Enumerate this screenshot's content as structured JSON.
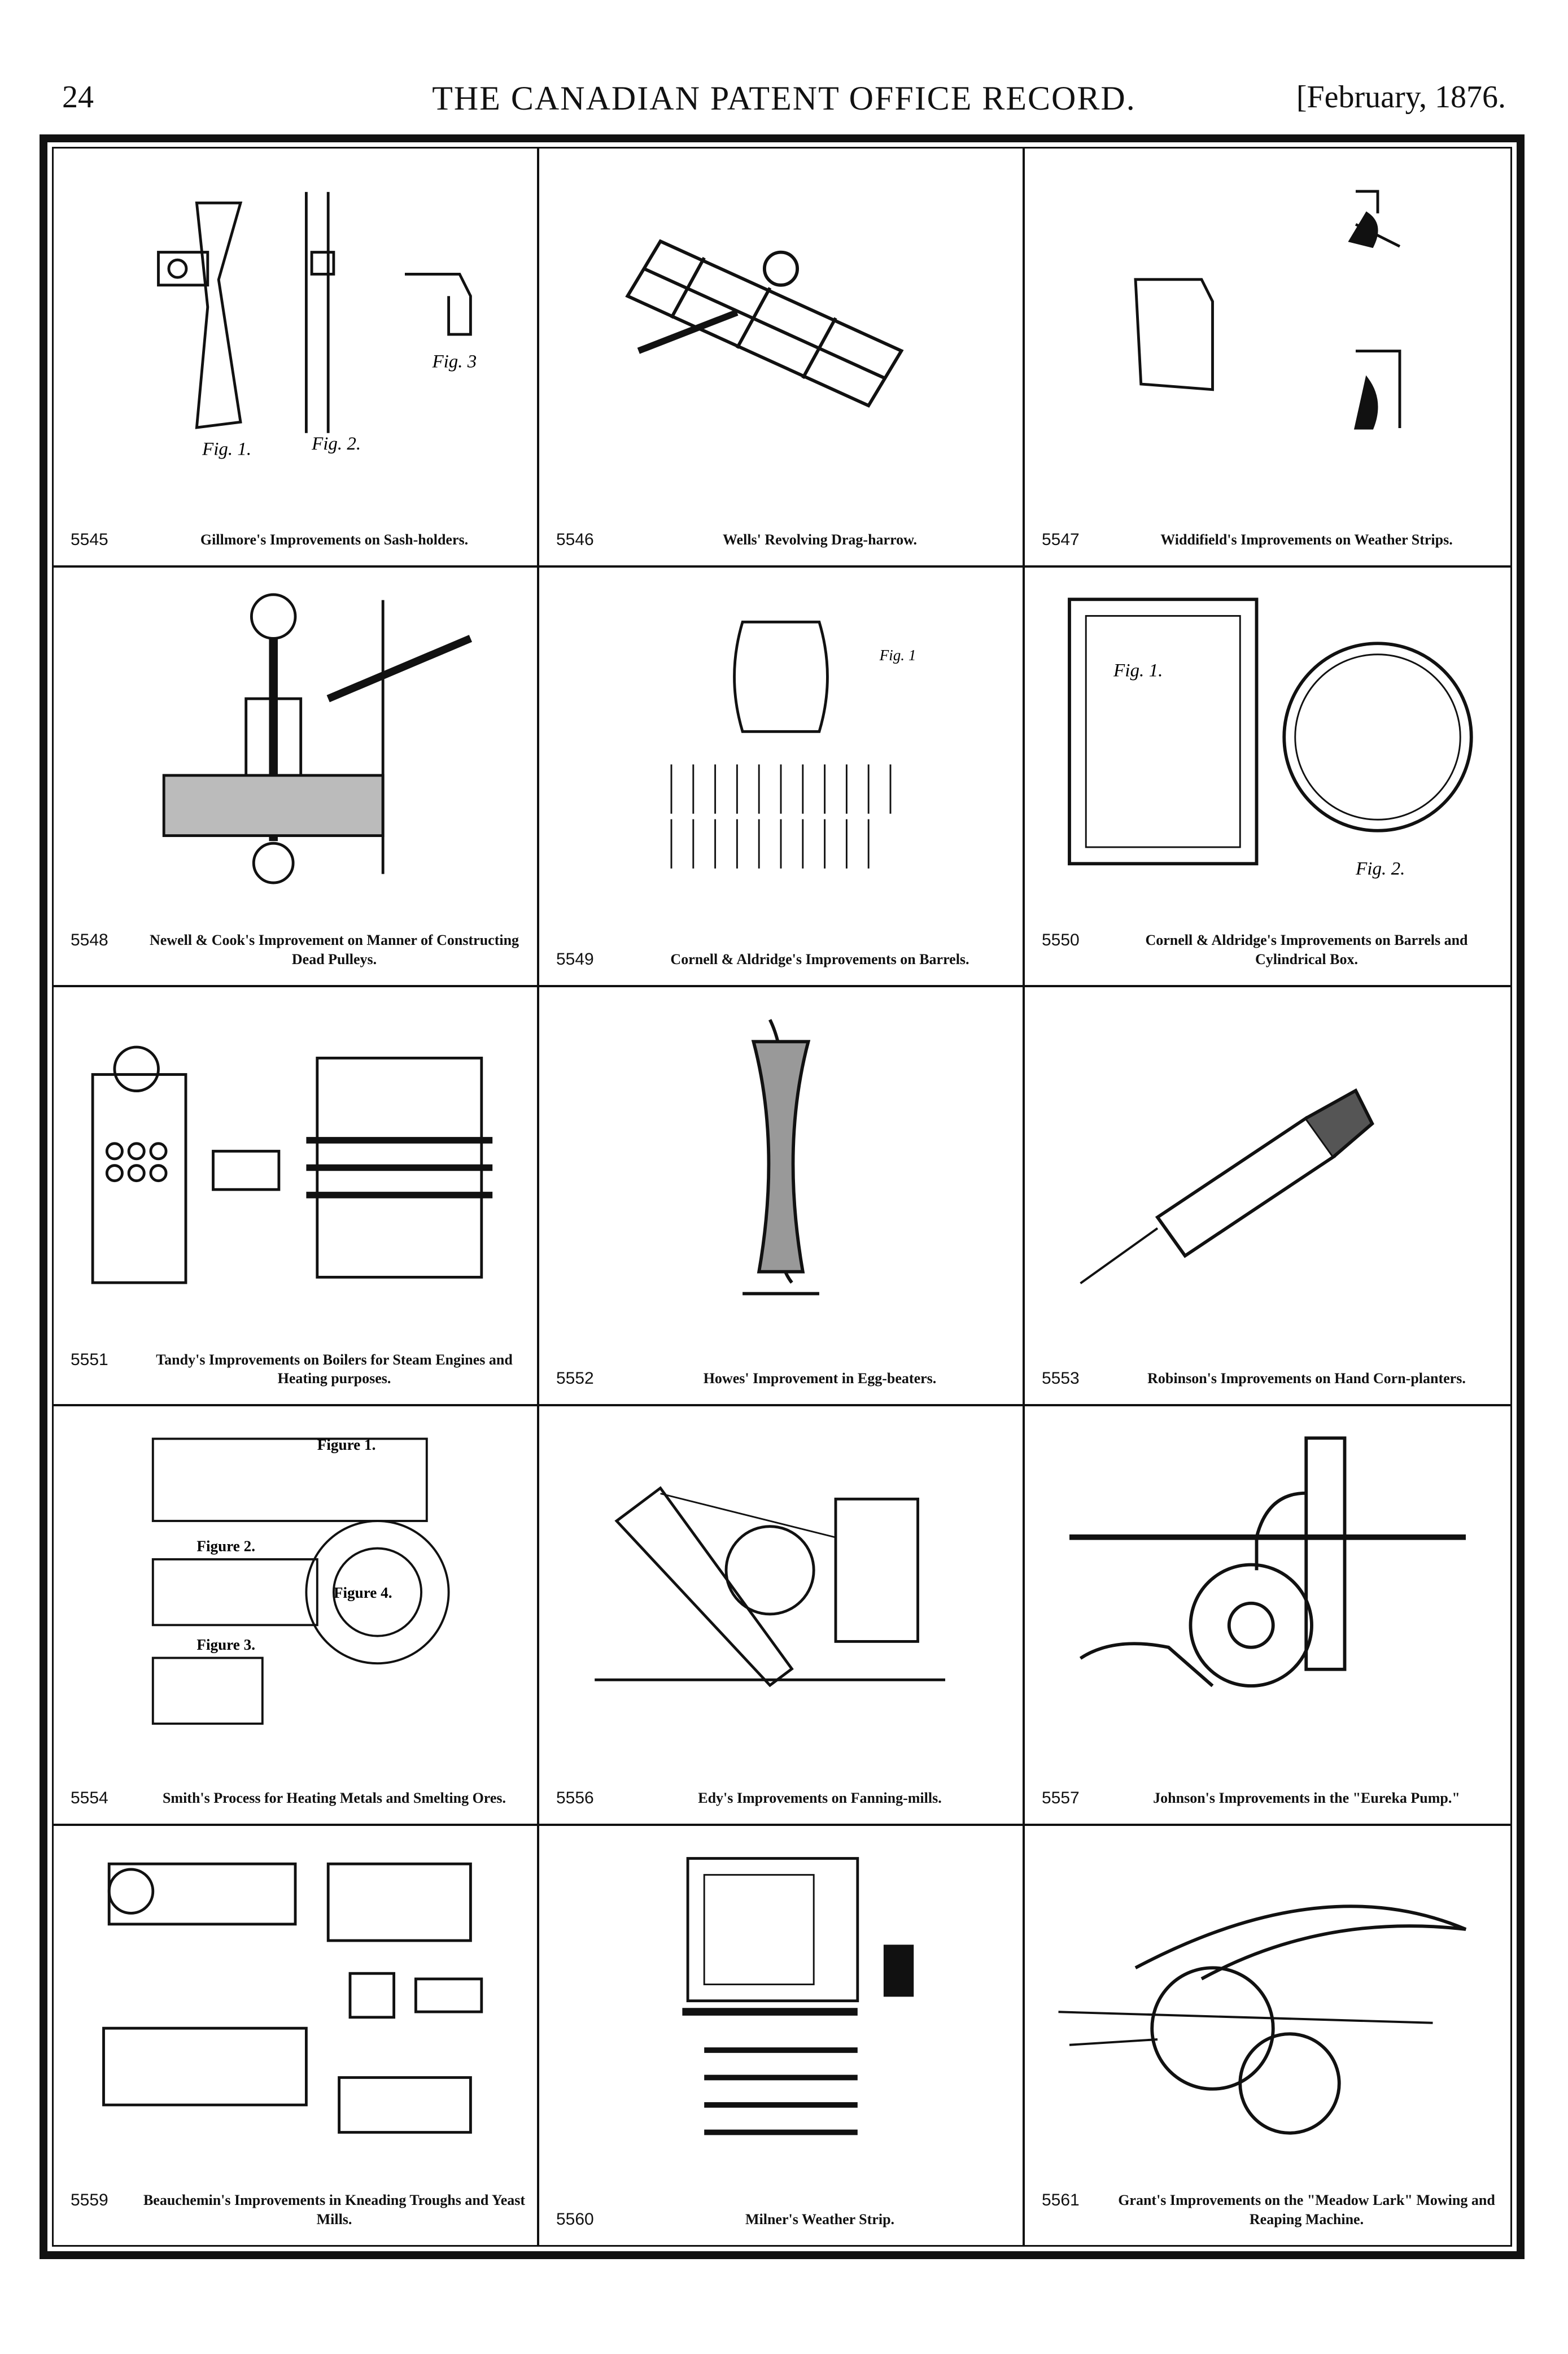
{
  "header": {
    "page_number": "24",
    "title": "THE CANADIAN PATENT OFFICE RECORD.",
    "date": "[February, 1876."
  },
  "patents": [
    {
      "number": "5545",
      "caption": "Gillmore's Improvements on Sash-holders.",
      "figure_labels": [
        "Fig. 1.",
        "Fig. 2.",
        "Fig. 3"
      ]
    },
    {
      "number": "5546",
      "caption": "Wells' Revolving Drag-harrow.",
      "figure_labels": []
    },
    {
      "number": "5547",
      "caption": "Widdifield's Improvements on Weather Strips.",
      "figure_labels": []
    },
    {
      "number": "5548",
      "caption": "Newell & Cook's Improvement on Manner of Constructing Dead Pulleys.",
      "figure_labels": []
    },
    {
      "number": "5549",
      "caption": "Cornell & Aldridge's Improvements on Barrels.",
      "figure_labels": [
        "Fig. 1"
      ]
    },
    {
      "number": "5550",
      "caption": "Cornell & Aldridge's Improvements on Barrels and Cylindrical Box.",
      "figure_labels": [
        "Fig. 1.",
        "Fig. 2."
      ]
    },
    {
      "number": "5551",
      "caption": "Tandy's Improvements on Boilers for Steam Engines and Heating purposes.",
      "figure_labels": []
    },
    {
      "number": "5552",
      "caption": "Howes' Improvement in Egg-beaters.",
      "figure_labels": []
    },
    {
      "number": "5553",
      "caption": "Robinson's Improvements on Hand Corn-planters.",
      "figure_labels": []
    },
    {
      "number": "5554",
      "caption": "Smith's Process for Heating Metals and Smelting Ores.",
      "figure_labels": [
        "Figure 1.",
        "Figure 2.",
        "Figure 4.",
        "Figure 3."
      ]
    },
    {
      "number": "5556",
      "caption": "Edy's Improvements on Fanning-mills.",
      "figure_labels": []
    },
    {
      "number": "5557",
      "caption": "Johnson's Improvements in the \"Eureka Pump.\"",
      "figure_labels": []
    },
    {
      "number": "5559",
      "caption": "Beauchemin's Improvements in Kneading Troughs and Yeast Mills.",
      "figure_labels": []
    },
    {
      "number": "5560",
      "caption": "Milner's Weather Strip.",
      "figure_labels": []
    },
    {
      "number": "5561",
      "caption": "Grant's Improvements on the \"Meadow Lark\" Mowing and Reaping Machine.",
      "figure_labels": []
    }
  ],
  "style": {
    "ink": "#111111",
    "paper": "#ffffff"
  }
}
